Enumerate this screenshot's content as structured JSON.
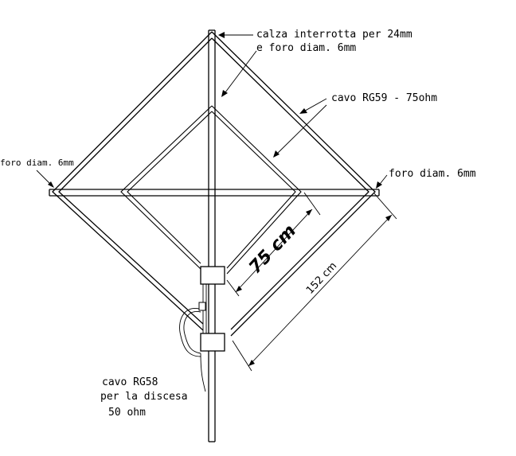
{
  "labels": {
    "calza_line1": "calza interrotta per 24mm",
    "calza_line2": "e foro diam. 6mm",
    "cavo_rg59": "cavo RG59 - 75ohm",
    "foro_left": "foro diam. 6mm",
    "foro_right": "foro diam. 6mm",
    "dim_75": "75 cm",
    "dim_152": "152 cm",
    "rg58_line1": "cavo RG58",
    "rg58_line2": "per la discesa",
    "rg58_line3": "50 ohm"
  }
}
